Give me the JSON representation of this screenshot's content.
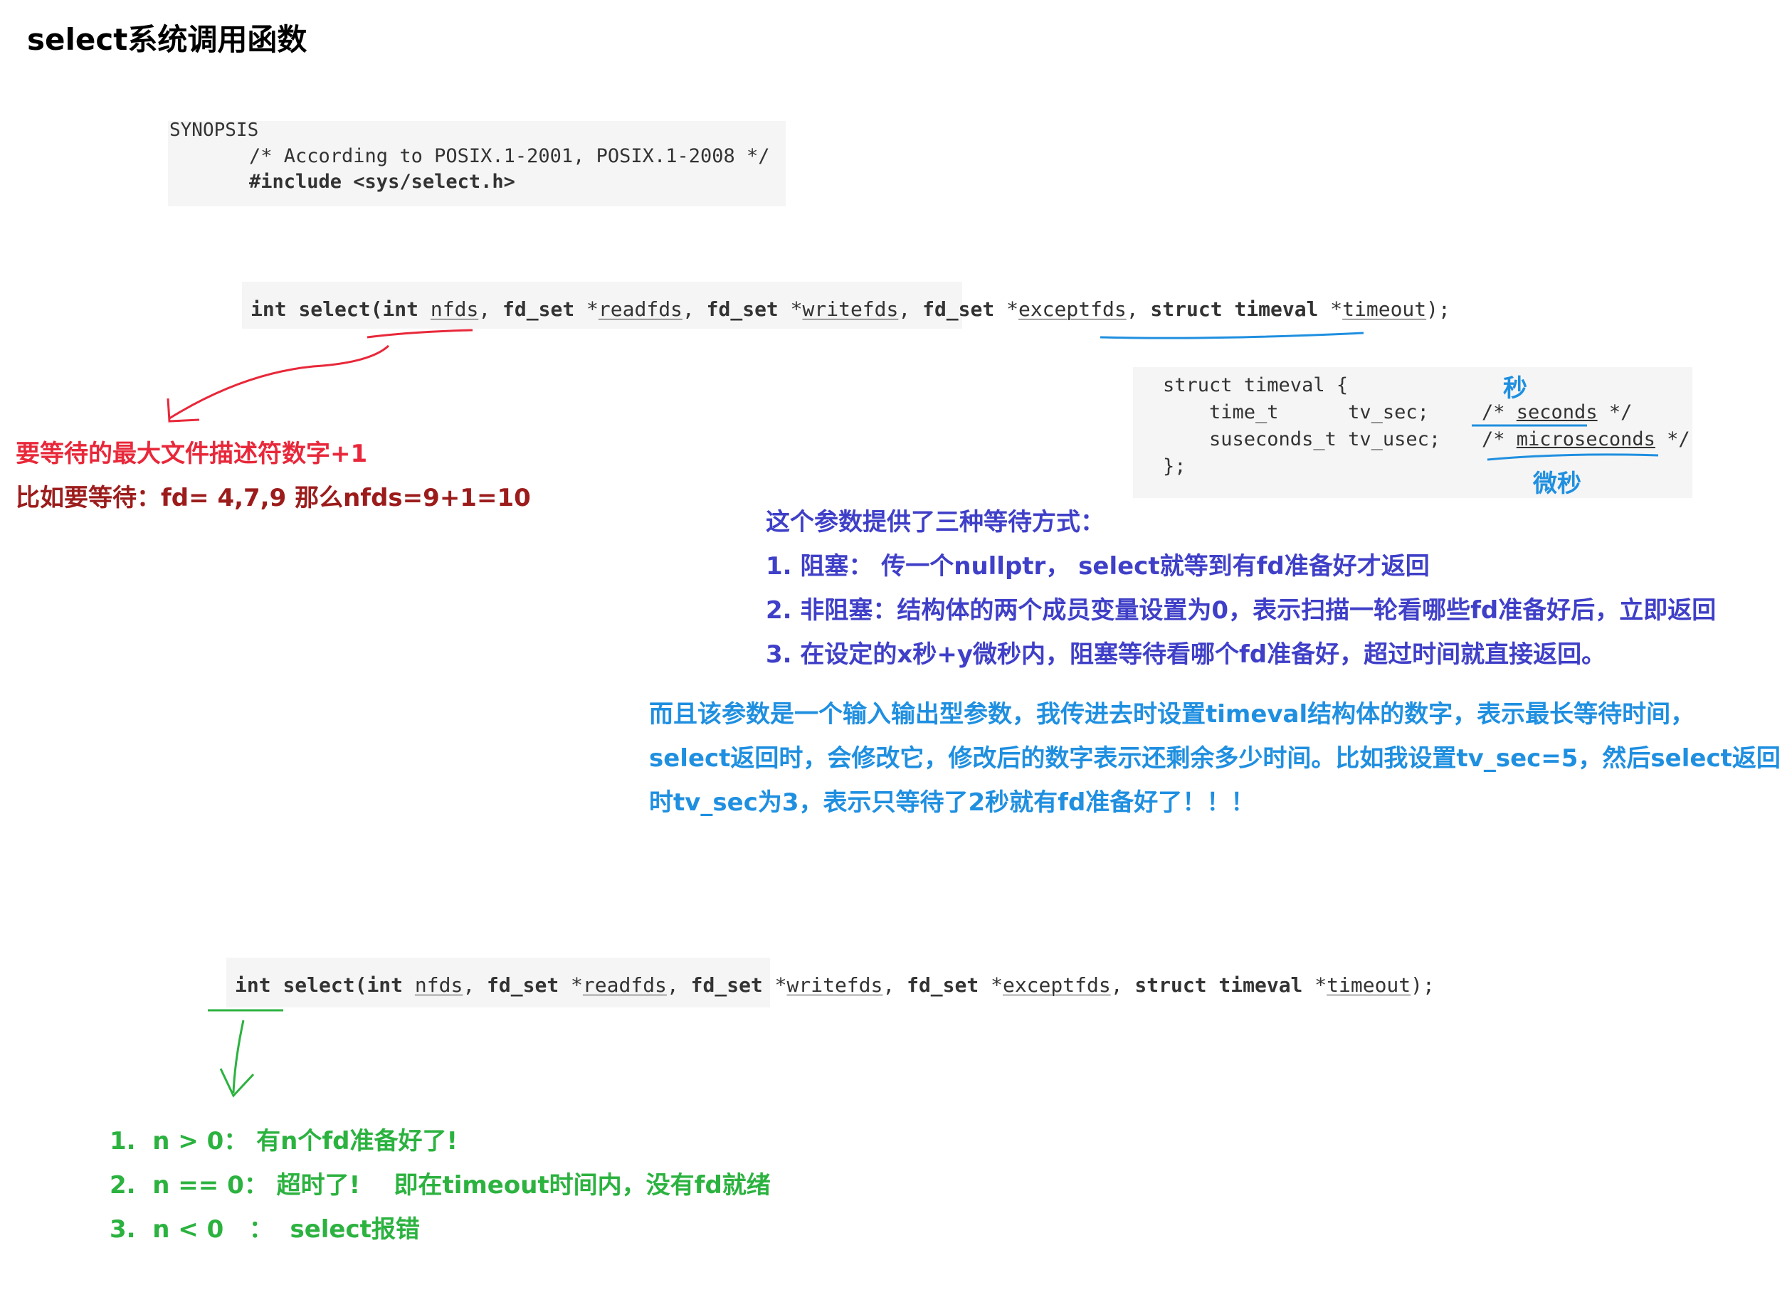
{
  "title": "select系统调用函数",
  "synopsis": {
    "label": "SYNOPSIS",
    "comment": "/* According to POSIX.1-2001, POSIX.1-2008 */",
    "include": "#include <sys/select.h>"
  },
  "signature": {
    "int_kw": "int",
    "func_open": "select(int",
    "nfds": "nfds",
    "comma": ",",
    "fdset_kw": "fd_set",
    "star": "*",
    "readfds": "readfds",
    "writefds": "writefds",
    "exceptfds": "exceptfds",
    "struct_timeval": "struct timeval",
    "timeout": "timeout",
    "close": ");"
  },
  "timeval_struct": {
    "line1": "struct timeval {",
    "line2": "    time_t      tv_sec;",
    "line3": "    suseconds_t tv_usec;",
    "line4": "};",
    "comment_open": "/*",
    "seconds": "seconds",
    "microseconds": "microseconds",
    "comment_close": "*/",
    "label_seconds": "秒",
    "label_microseconds": "微秒"
  },
  "nfds_note": {
    "line1": "要等待的最大文件描述符数字+1",
    "line2": "比如要等待：fd= 4,7,9 那么nfds=9+1=10"
  },
  "timeout_note": {
    "heading": "这个参数提供了三种等待方式：",
    "item1": "1. 阻塞： 传一个nullptr， select就等到有fd准备好才返回",
    "item2": "2. 非阻塞：结构体的两个成员变量设置为0，表示扫描一轮看哪些fd准备好后，立即返回",
    "item3": "3. 在设定的x秒+y微秒内，阻塞等待看哪个fd准备好，超过时间就直接返回。"
  },
  "inout_note": {
    "line1": "而且该参数是一个输入输出型参数，我传进去时设置timeval结构体的数字，表示最长等待时间，",
    "line2": "select返回时，会修改它，修改后的数字表示还剩余多少时间。比如我设置tv_sec=5，然后select返回",
    "line3": "时tv_sec为3，表示只等待了2秒就有fd准备好了！！！"
  },
  "return_note": {
    "item1": "1.  n > 0： 有n个fd准备好了!",
    "item2": "2.  n == 0： 超时了!    即在timeout时间内，没有fd就绪",
    "item3": "3.  n < 0   ：  select报错"
  },
  "colors": {
    "red": "#e8283a",
    "dark_red": "#9c1c1c",
    "indigo": "#3f3fc8",
    "sky_blue": "#1f8fe0",
    "green": "#2bb23f",
    "code_bg": "#f5f5f5"
  }
}
